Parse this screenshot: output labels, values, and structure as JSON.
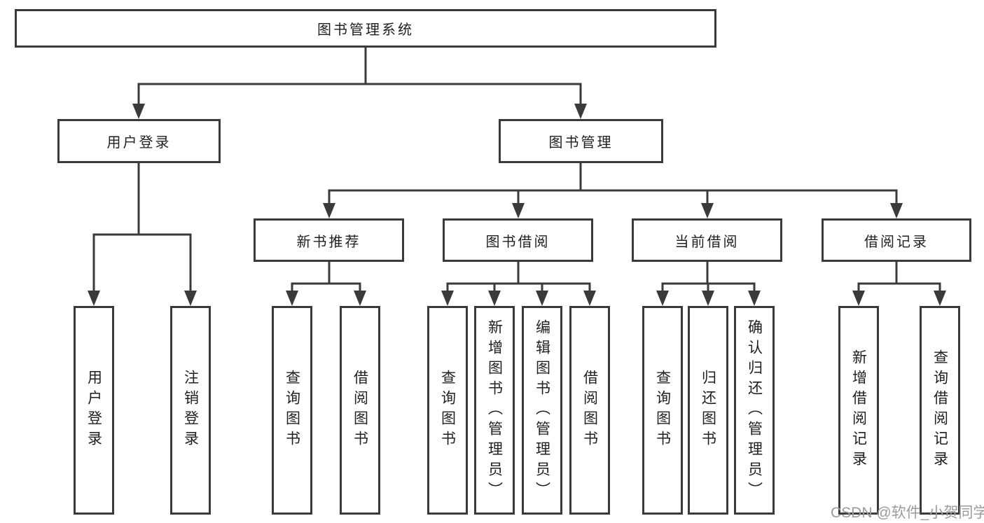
{
  "colors": {
    "line": "#3a3a3a",
    "text": "#1f1f1f",
    "watermark": "#9b9b9b",
    "background": "#ffffff"
  },
  "nodes": {
    "root": "图书管理系统",
    "level2": [
      "用户登录",
      "图书管理"
    ],
    "level3": [
      "新书推荐",
      "图书借阅",
      "当前借阅",
      "借阅记录"
    ],
    "leaves": [
      "用户登录",
      "注销登录",
      "查询图书",
      "借阅图书",
      "查询图书",
      "新增图书（管理员）",
      "编辑图书（管理员）",
      "借阅图书",
      "查询图书",
      "归还图书",
      "确认归还（管理员）",
      "新增借阅记录",
      "查询借阅记录"
    ]
  },
  "watermark": "CSDN @软件_小贺同学"
}
